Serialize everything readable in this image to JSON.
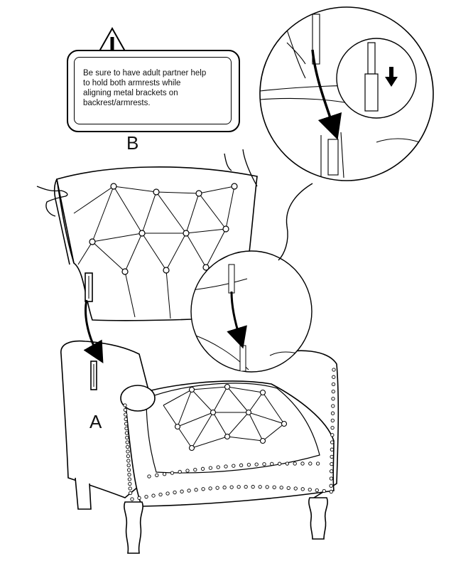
{
  "warning": {
    "lines": [
      "Be sure to have adult partner help",
      "to hold both armrests while",
      "aligning  metal  brackets on",
      "backrest/armrests."
    ]
  },
  "labels": {
    "part_a": "A",
    "part_b": "B"
  },
  "icons": {
    "warning": "warning-triangle-icon",
    "arrow": "down-arrow-icon"
  },
  "colors": {
    "line": "#000000",
    "background": "#ffffff"
  }
}
